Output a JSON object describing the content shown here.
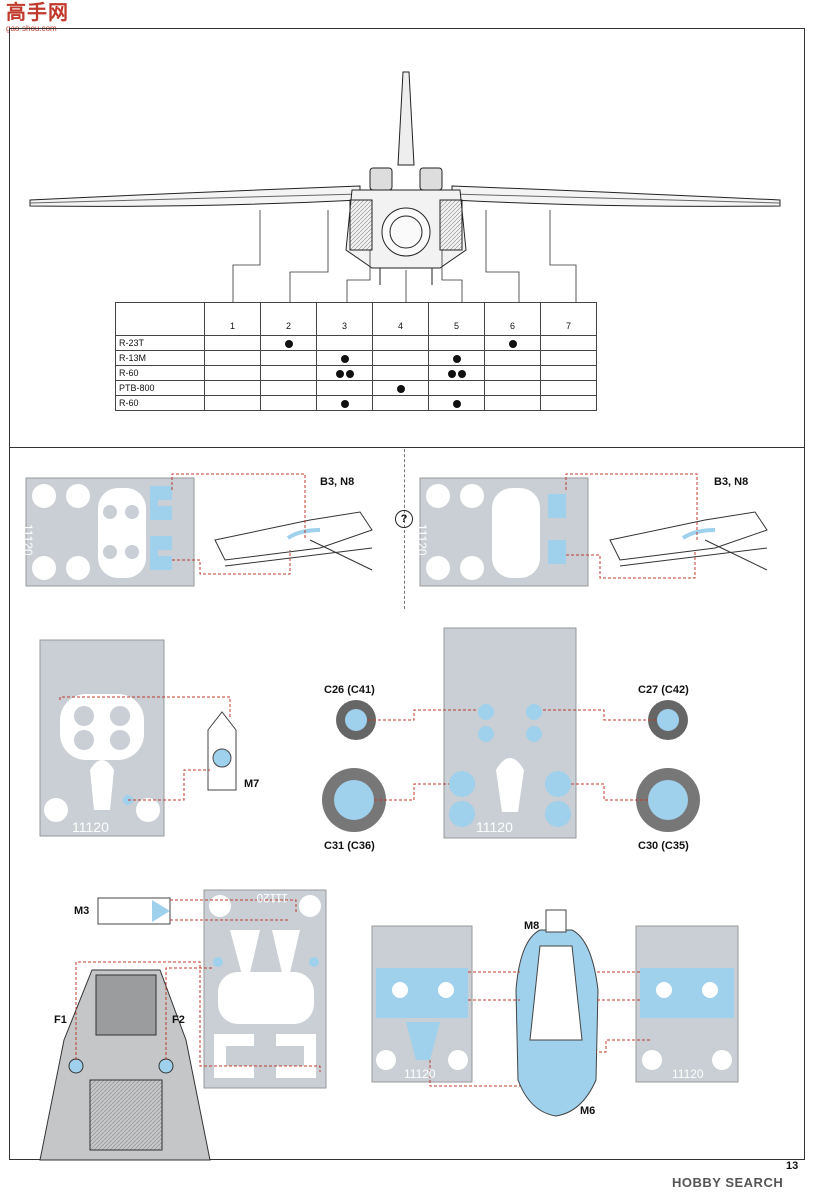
{
  "header_logo": {
    "main": "高手网",
    "sub": "gao-shou.com"
  },
  "loadout_table": {
    "stations": [
      "1",
      "2",
      "3",
      "4",
      "5",
      "6",
      "7"
    ],
    "rows": [
      {
        "label": "R-23T",
        "cells": [
          0,
          1,
          0,
          0,
          0,
          1,
          0
        ]
      },
      {
        "label": "R-13M",
        "cells": [
          0,
          0,
          1,
          0,
          1,
          0,
          0
        ]
      },
      {
        "label": "R-60",
        "cells": [
          0,
          0,
          2,
          0,
          2,
          0,
          0
        ]
      },
      {
        "label": "PTB-800",
        "cells": [
          0,
          0,
          0,
          1,
          0,
          0,
          0
        ]
      },
      {
        "label": "R-60",
        "cells": [
          0,
          0,
          1,
          0,
          1,
          0,
          0
        ]
      }
    ]
  },
  "callouts": {
    "b3_n8_left": "B3, N8",
    "b3_n8_right": "B3, N8",
    "question": "?",
    "m7": "M7",
    "c26": "C26 (C41)",
    "c27": "C27 (C42)",
    "c31": "C31 (C36)",
    "c30": "C30 (C35)",
    "m3": "M3",
    "m8": "M8",
    "f1": "F1",
    "f2": "F2",
    "m6": "M6"
  },
  "mask_sheet_label": "11120",
  "page_number": "13",
  "watermark": "HOBBY SEARCH",
  "colors": {
    "mask_grey": "#c9cfd4",
    "mask_blue": "#9fd0ec",
    "callout_red": "#c0392b"
  }
}
